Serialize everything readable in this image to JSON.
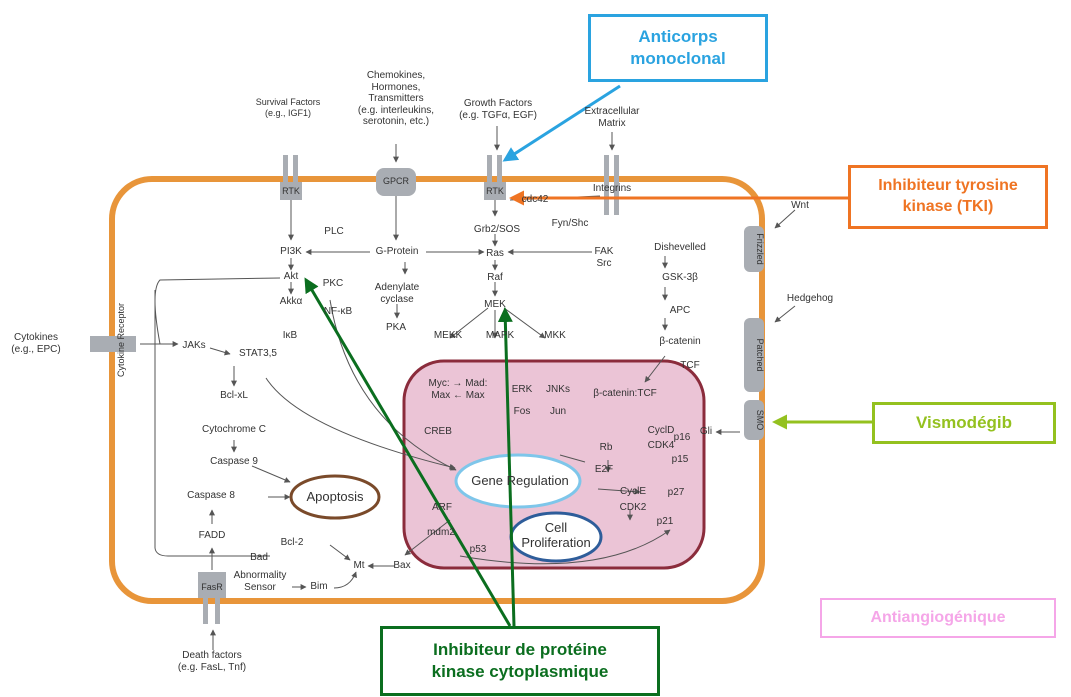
{
  "colors": {
    "membrane": "#e8953a",
    "nucleus_fill": "#ebc4d6",
    "nucleus_stroke": "#8b2c3c",
    "receptor": "#a9adb3",
    "blue": "#2aa3e0",
    "orange": "#ef7423",
    "lime": "#94c11f",
    "green": "#0b6e1f",
    "pink": "#f5a6e8",
    "apoptosis_stroke": "#7a4a2a",
    "gene_reg_stroke": "#7ec6ea",
    "prolif_stroke": "#2e5d9a"
  },
  "callouts": {
    "anticorps": "Anticorps\nmonoclonal",
    "tki": "Inhibiteur tyrosine\nkinase (TKI)",
    "vismodegib": "Vismodégib",
    "antiangio": "Antiangiogénique",
    "pkc_inhib": "Inhibiteur de protéine\nkinase cytoplasmique"
  },
  "external": {
    "survival": "Survival Factors\n(e.g., IGF1)",
    "chemokines": "Chemokines,\nHormones,\nTransmitters\n(e.g. interleukins,\nserotonin, etc.)",
    "growth": "Growth Factors\n(e.g. TGFα, EGF)",
    "ecm": "Extracellular\nMatrix",
    "wnt": "Wnt",
    "hedgehog": "Hedgehog",
    "cytokines": "Cytokines\n(e.g., EPC)",
    "death": "Death factors\n(e.g. FasL, Tnf)"
  },
  "receptors": {
    "rtk1": "RTK",
    "gpcr": "GPCR",
    "rtk2": "RTK",
    "frizzled": "Frizzled",
    "patched": "Patched",
    "smo": "SMO",
    "cytokine_receptor": "Cytokine Receptor",
    "fasr": "FasR"
  },
  "nodes": {
    "cdc42": "cdc42",
    "integrins": "Integrins",
    "pi3k": "PI3K",
    "plc": "PLC",
    "gprotein": "G-Protein",
    "grb2": "Grb2/SOS",
    "fyn": "Fyn/Shc",
    "ras": "Ras",
    "fak": "FAK\nSrc",
    "akt": "Akt",
    "pkc": "PKC",
    "adenylate": "Adenylate\ncyclase",
    "raf": "Raf",
    "dishevelled": "Dishevelled",
    "gsk": "GSK-3β",
    "akka": "Akkα",
    "nfkb": "NF-κB",
    "mek": "MEK",
    "apc": "APC",
    "ikb": "IκB",
    "pka": "PKA",
    "mekk": "MEKK",
    "mapk": "MAPK",
    "mkk": "MKK",
    "bcatenin": "β-catenin",
    "jaks": "JAKs",
    "stat": "STAT3,5",
    "tcf": "TCF",
    "myc": "Myc: → Mad:\nMax ← Max",
    "erk": "ERK",
    "jnks": "JNKs",
    "bcat_tcf": "β-catenin:TCF",
    "fos": "Fos",
    "jun": "Jun",
    "bclxl": "Bcl-xL",
    "creb": "CREB",
    "cytc": "Cytochrome C",
    "cycld": "CyclD",
    "cdk4": "CDK4",
    "p16": "p16",
    "gli": "Gli",
    "rb": "Rb",
    "p15": "p15",
    "casp9": "Caspase 9",
    "e2f": "E2F",
    "gene_reg": "Gene Regulation",
    "apoptosis": "Apoptosis",
    "casp8": "Caspase 8",
    "cycle": "CyclE",
    "p27": "p27",
    "arf": "ARF",
    "cdk2": "CDK2",
    "p21": "p21",
    "cell_prolif": "Cell\nProliferation",
    "fadd": "FADD",
    "mdm2": "mdm2",
    "bcl2": "Bcl-2",
    "bad": "Bad",
    "p53": "p53",
    "mt": "Mt",
    "bax": "Bax",
    "abnormality": "Abnormality\nSensor",
    "bim": "Bim"
  }
}
